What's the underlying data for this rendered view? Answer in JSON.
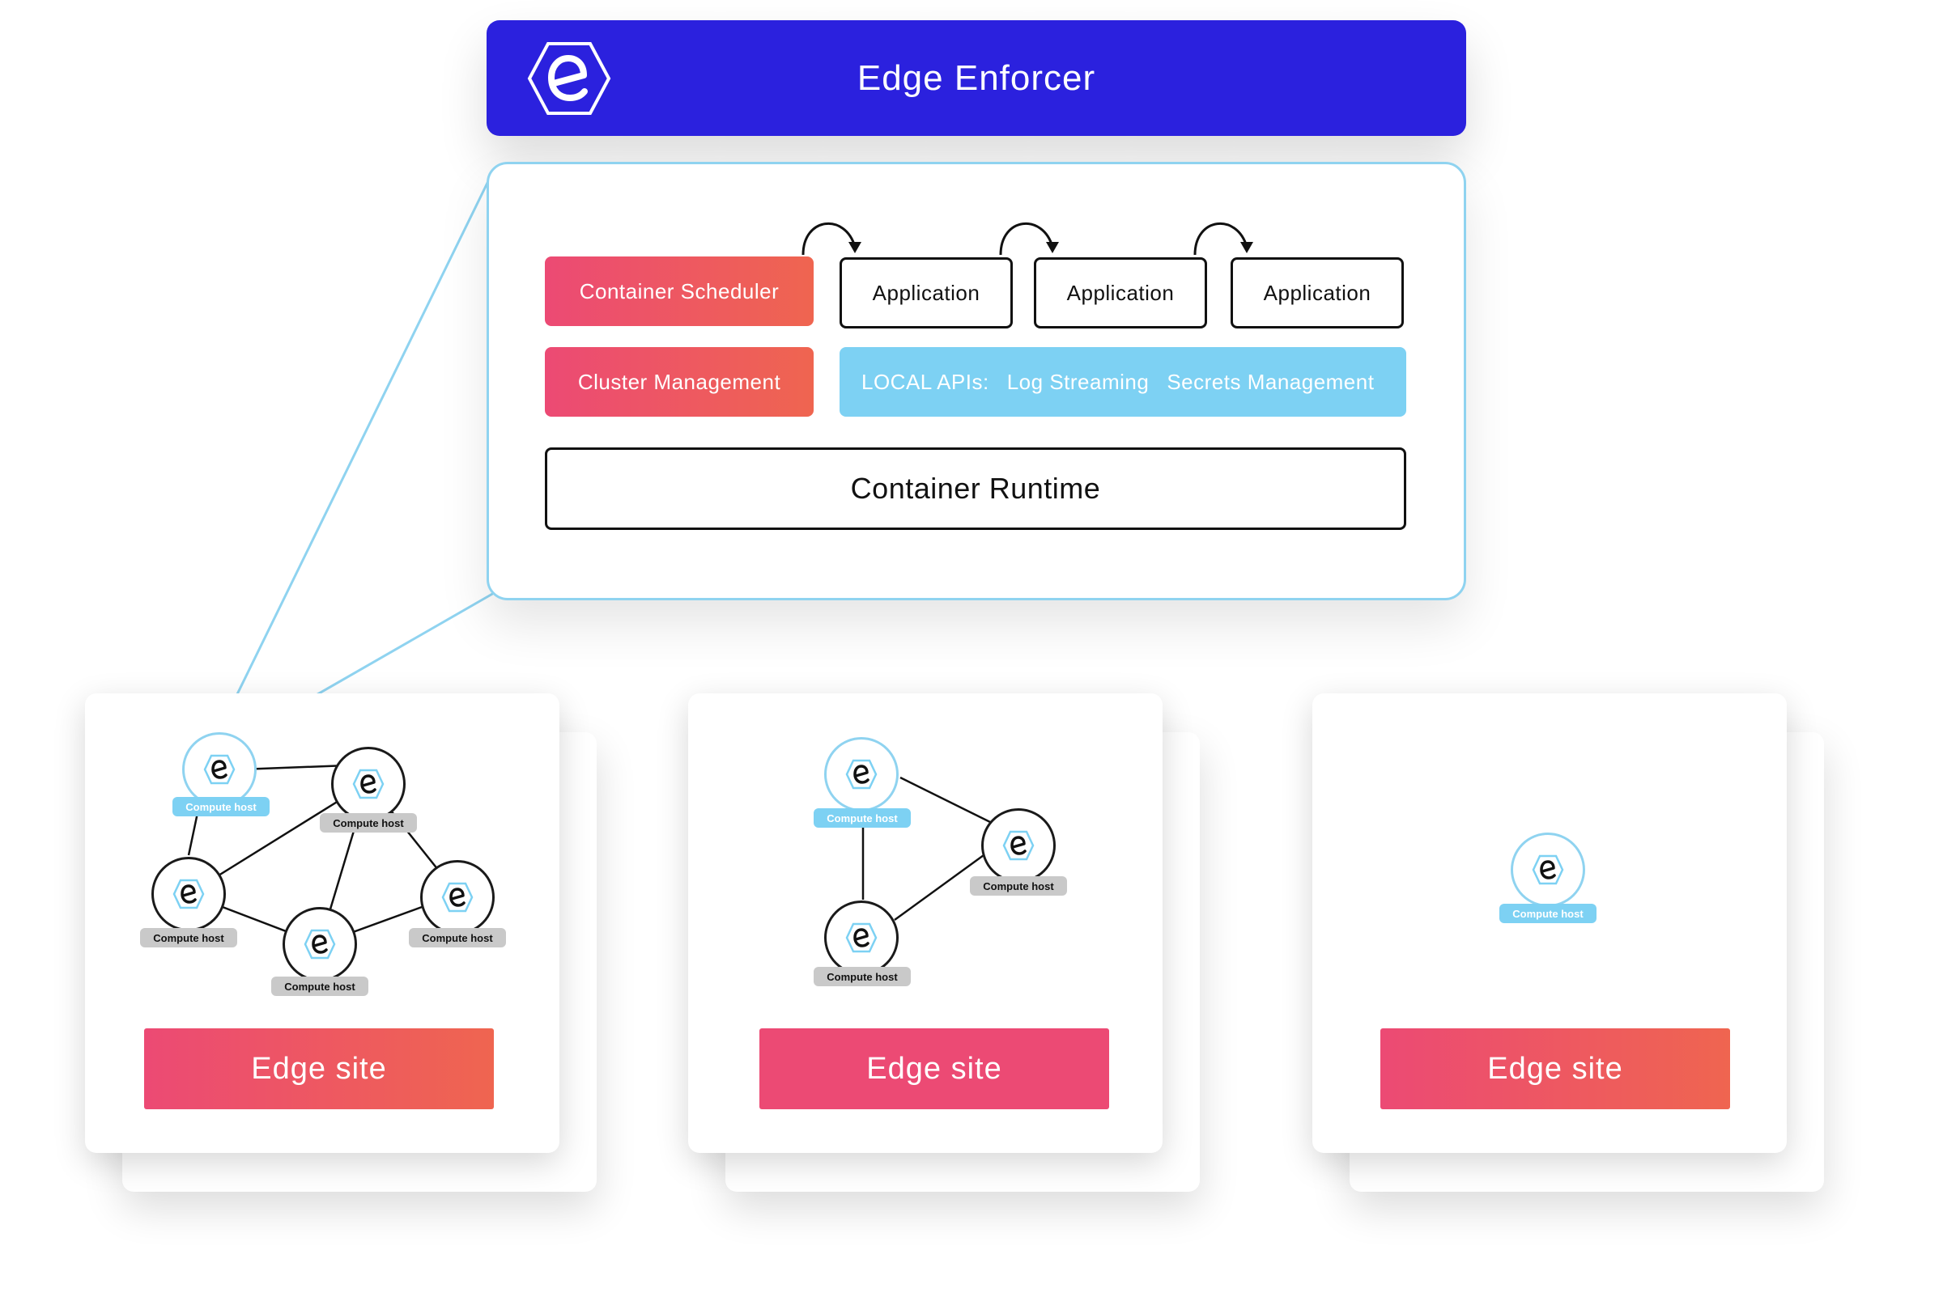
{
  "header": {
    "title": "Edge Enforcer"
  },
  "panel": {
    "container_scheduler": "Container Scheduler",
    "cluster_management": "Cluster Management",
    "applications": [
      "Application",
      "Application",
      "Application"
    ],
    "local_apis": {
      "label": "LOCAL APIs:",
      "items": [
        "Log Streaming",
        "Secrets Management"
      ]
    },
    "container_runtime": "Container Runtime"
  },
  "edge_sites": [
    {
      "label": "Edge site",
      "hosts": [
        "Compute host",
        "Compute host",
        "Compute host",
        "Compute host",
        "Compute host"
      ]
    },
    {
      "label": "Edge site",
      "hosts": [
        "Compute host",
        "Compute host",
        "Compute host"
      ]
    },
    {
      "label": "Edge site",
      "hosts": [
        "Compute host"
      ]
    }
  ],
  "colors": {
    "header_bg": "#2b21de",
    "accent_red": "#ec4a74",
    "accent_orange": "#ef6550",
    "accent_blue": "#7dd1f3",
    "panel_border": "#8fd3f0"
  },
  "icons": {
    "brand_logo": "hexagon-e-logo",
    "host_icon": "hexagon-e-icon",
    "cycle_arrow": "curved-arrow-icon"
  }
}
